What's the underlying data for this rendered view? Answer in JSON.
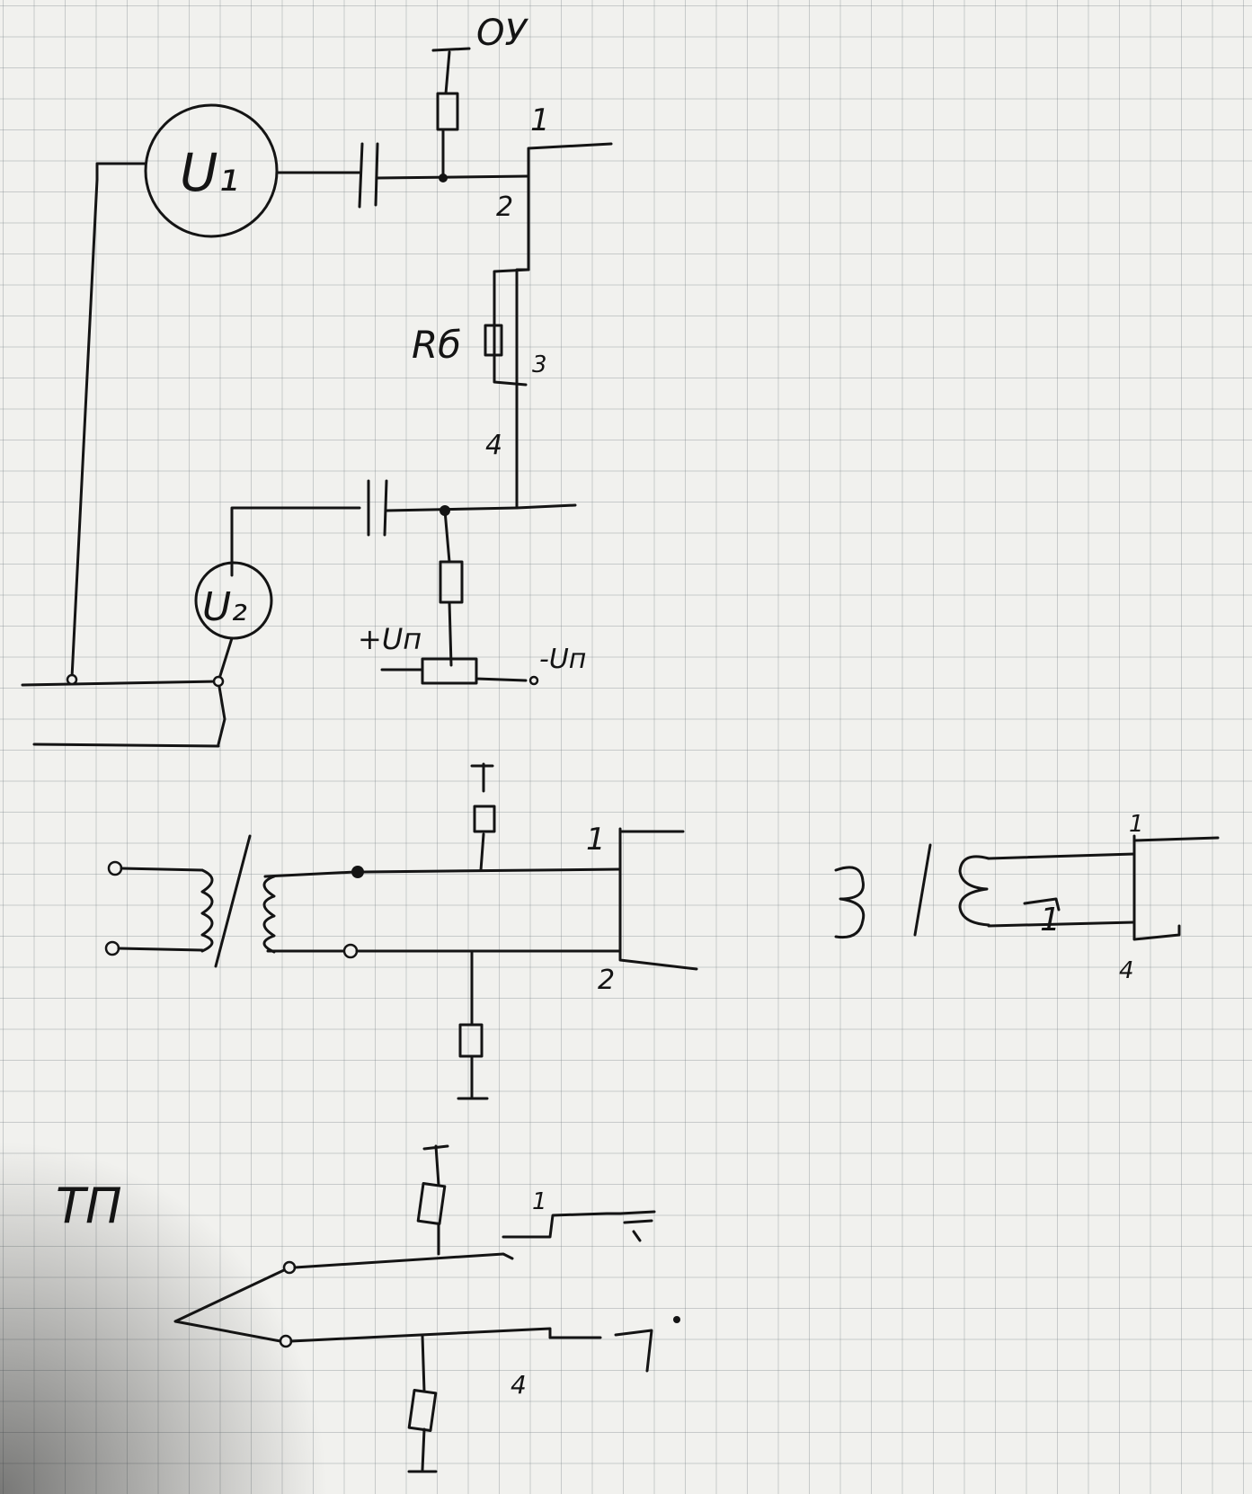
{
  "labels": {
    "op_amp": "ОУ",
    "source_1": "U₁",
    "source_2": "U₂",
    "feedback_resistor": "Rб",
    "plus_supply": "+Uп",
    "minus_supply": "-Uп",
    "thermocouple": "ТП"
  },
  "pins": {
    "p1": "1",
    "p2": "2",
    "p3": "3",
    "p4": "4"
  },
  "colors": {
    "ink": "#141414",
    "paper": "#f1f1ee",
    "grid": "#8c9296"
  }
}
